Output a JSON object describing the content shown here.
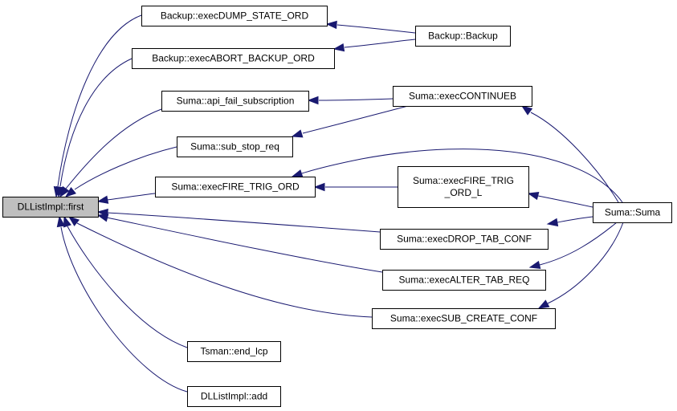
{
  "graph": {
    "nodes": {
      "first": {
        "lines": [
          "DLListImpl::first"
        ]
      },
      "dump_state": {
        "lines": [
          "Backup::execDUMP_STATE_ORD"
        ]
      },
      "abort_backup": {
        "lines": [
          "Backup::execABORT_BACKUP_ORD"
        ]
      },
      "api_fail": {
        "lines": [
          "Suma::api_fail_subscription"
        ]
      },
      "sub_stop": {
        "lines": [
          "Suma::sub_stop_req"
        ]
      },
      "fire_trig": {
        "lines": [
          "Suma::execFIRE_TRIG_ORD"
        ]
      },
      "fire_trig_l": {
        "lines": [
          "Suma::execFIRE_TRIG",
          "_ORD_L"
        ]
      },
      "drop_tab": {
        "lines": [
          "Suma::execDROP_TAB_CONF"
        ]
      },
      "alter_tab": {
        "lines": [
          "Suma::execALTER_TAB_REQ"
        ]
      },
      "sub_create": {
        "lines": [
          "Suma::execSUB_CREATE_CONF"
        ]
      },
      "end_lcp": {
        "lines": [
          "Tsman::end_lcp"
        ]
      },
      "add": {
        "lines": [
          "DLListImpl::add"
        ]
      },
      "backup": {
        "lines": [
          "Backup::Backup"
        ]
      },
      "continueb": {
        "lines": [
          "Suma::execCONTINUEB"
        ]
      },
      "suma": {
        "lines": [
          "Suma::Suma"
        ]
      }
    },
    "edges": [
      {
        "from": "dump_state",
        "to": "first"
      },
      {
        "from": "abort_backup",
        "to": "first"
      },
      {
        "from": "api_fail",
        "to": "first"
      },
      {
        "from": "sub_stop",
        "to": "first"
      },
      {
        "from": "fire_trig",
        "to": "first"
      },
      {
        "from": "drop_tab",
        "to": "first"
      },
      {
        "from": "alter_tab",
        "to": "first"
      },
      {
        "from": "sub_create",
        "to": "first"
      },
      {
        "from": "end_lcp",
        "to": "first"
      },
      {
        "from": "add",
        "to": "first"
      },
      {
        "from": "backup",
        "to": "dump_state"
      },
      {
        "from": "backup",
        "to": "abort_backup"
      },
      {
        "from": "continueb",
        "to": "api_fail"
      },
      {
        "from": "continueb",
        "to": "sub_stop"
      },
      {
        "from": "suma",
        "to": "continueb"
      },
      {
        "from": "suma",
        "to": "fire_trig"
      },
      {
        "from": "fire_trig_l",
        "to": "fire_trig"
      },
      {
        "from": "suma",
        "to": "fire_trig_l"
      },
      {
        "from": "suma",
        "to": "drop_tab"
      },
      {
        "from": "suma",
        "to": "alter_tab"
      },
      {
        "from": "suma",
        "to": "sub_create"
      }
    ]
  },
  "colors": {
    "edge": "#191970",
    "node_border": "#000000",
    "root_fill": "#bfbfbf",
    "node_fill": "#ffffff"
  }
}
